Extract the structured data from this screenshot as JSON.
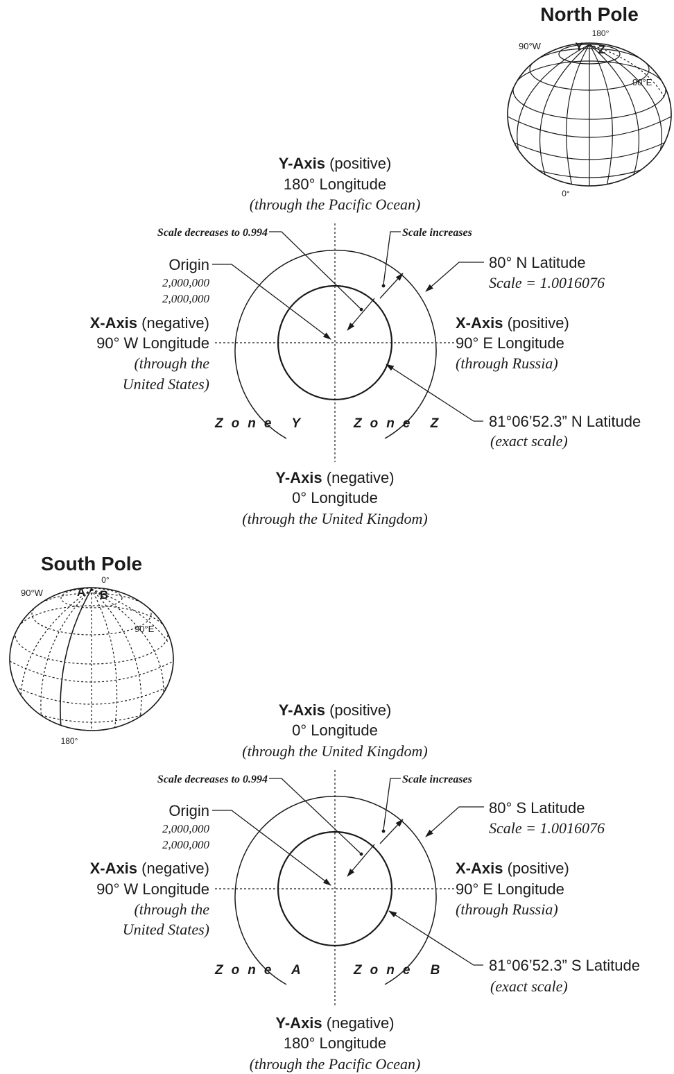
{
  "north": {
    "globe_title": "North Pole",
    "globe_labels": {
      "top": "180°",
      "left": "90°W",
      "right": "90°E",
      "bottom": "0°",
      "zone_left": "Y",
      "zone_right": "Z"
    },
    "y_pos": {
      "bold": "Y-Axis",
      "plain": " (positive)",
      "line2": "180° Longitude",
      "line3": "(through the Pacific Ocean)"
    },
    "y_neg": {
      "bold": "Y-Axis",
      "plain": " (negative)",
      "line2": "0° Longitude",
      "line3": "(through the United Kingdom)"
    },
    "x_neg": {
      "bold": "X-Axis",
      "plain": " (negative)",
      "line2": "90° W Longitude",
      "line3": "(through the",
      "line4": "United States)"
    },
    "x_pos": {
      "bold": "X-Axis",
      "plain": " (positive)",
      "line2": "90° E Longitude",
      "line3": "(through Russia)"
    },
    "origin": {
      "label": "Origin",
      "v1": "2,000,000",
      "v2": "2,000,000"
    },
    "scale_dec": "Scale decreases to 0.994",
    "scale_inc": "Scale increases",
    "outer_lat": {
      "label": "80° N Latitude",
      "scale": "Scale = 1.0016076"
    },
    "exact_lat": {
      "label": "81°06’52.3” N Latitude",
      "note": "(exact scale)"
    },
    "zone_left": "Zone Y",
    "zone_right": "Zone Z"
  },
  "south": {
    "globe_title": "South Pole",
    "globe_labels": {
      "top": "0°",
      "left": "90°W",
      "right": "90°E",
      "bottom": "180°",
      "zone_left": "A",
      "zone_right": "B"
    },
    "y_pos": {
      "bold": "Y-Axis",
      "plain": " (positive)",
      "line2": "0° Longitude",
      "line3": "(through the United Kingdom)"
    },
    "y_neg": {
      "bold": "Y-Axis",
      "plain": " (negative)",
      "line2": "180° Longitude",
      "line3": "(through the Pacific Ocean)"
    },
    "x_neg": {
      "bold": "X-Axis",
      "plain": " (negative)",
      "line2": "90° W Longitude",
      "line3": "(through the",
      "line4": "United States)"
    },
    "x_pos": {
      "bold": "X-Axis",
      "plain": " (positive)",
      "line2": "90° E Longitude",
      "line3": "(through Russia)"
    },
    "origin": {
      "label": "Origin",
      "v1": "2,000,000",
      "v2": "2,000,000"
    },
    "scale_dec": "Scale decreases to 0.994",
    "scale_inc": "Scale increases",
    "outer_lat": {
      "label": "80° S Latitude",
      "scale": "Scale = 1.0016076"
    },
    "exact_lat": {
      "label": "81°06’52.3” S Latitude",
      "note": "(exact scale)"
    },
    "zone_left": "Zone A",
    "zone_right": "Zone B"
  }
}
